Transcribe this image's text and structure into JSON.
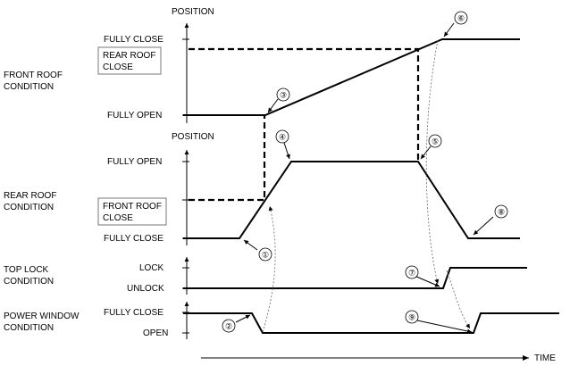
{
  "time_label": "TIME",
  "front_roof": {
    "title_line1": "FRONT ROOF",
    "title_line2": "CONDITION",
    "axis_label": "POSITION",
    "level_top": "FULLY CLOSE",
    "level_bottom": "FULLY OPEN",
    "note_line1": "REAR ROOF",
    "note_line2": "CLOSE"
  },
  "rear_roof": {
    "title_line1": "REAR ROOF",
    "title_line2": "CONDITION",
    "axis_label": "POSITION",
    "level_top": "FULLY OPEN",
    "level_bottom": "FULLY CLOSE",
    "note_line1": "FRONT ROOF",
    "note_line2": "CLOSE"
  },
  "top_lock": {
    "title_line1": "TOP LOCK",
    "title_line2": "CONDITION",
    "level_top": "LOCK",
    "level_bottom": "UNLOCK"
  },
  "power_window": {
    "title_line1": "POWER WINDOW",
    "title_line2": "CONDITION",
    "level_top": "FULLY CLOSE",
    "level_bottom": "OPEN"
  },
  "step_markers": [
    "①",
    "②",
    "③",
    "④",
    "⑤",
    "⑥",
    "⑦",
    "⑧",
    "⑨"
  ]
}
